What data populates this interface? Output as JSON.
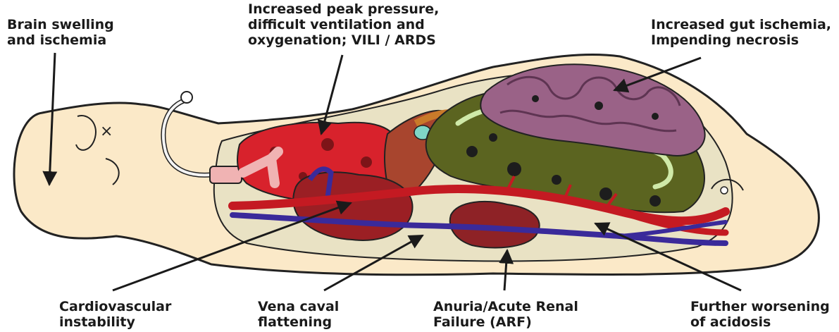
{
  "labels": {
    "brain": [
      "Brain swelling",
      "and ischemia"
    ],
    "lungs": [
      "Increased peak pressure,",
      "difficult ventilation and",
      "oxygenation; VILI / ARDS"
    ],
    "gut": [
      "Increased gut ischemia,",
      "Impending necrosis"
    ],
    "cardio": [
      "Cardiovascular",
      "instability"
    ],
    "vena": [
      "Vena caval",
      "flattening"
    ],
    "renal": [
      "Anuria/Acute Renal",
      "Failure (ARF)"
    ],
    "acidosis": [
      "Further worsening",
      "of acidosis"
    ]
  },
  "colors": {
    "skin": "#fbe9c8",
    "outline": "#222222",
    "cavity": "#e9e2c4",
    "lung": "#d8222c",
    "heart": "#9b1f24",
    "liver": "#a8452e",
    "intestine_small": "#9a6287",
    "intestine_large": "#5b6420",
    "stripe": "#cfe9a8",
    "kidney": "#8e2226",
    "artery": "#c41a22",
    "vein": "#3a2a9a",
    "trachea": "#f0b3b3"
  }
}
